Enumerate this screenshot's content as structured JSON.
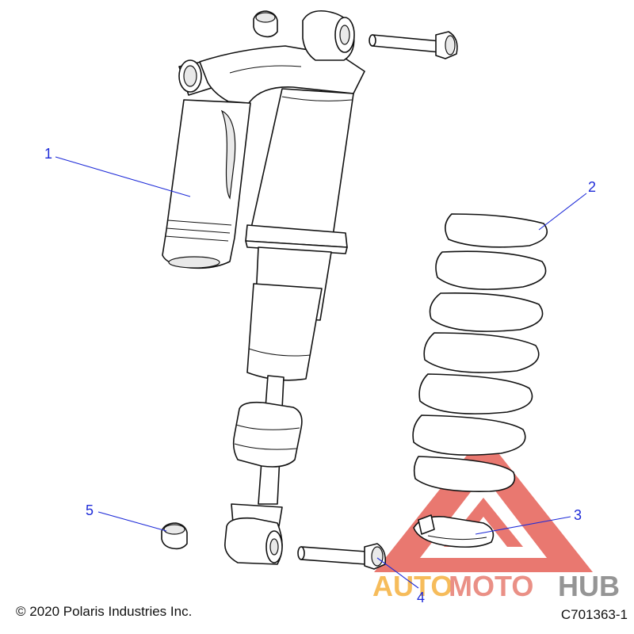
{
  "diagram": {
    "callouts": [
      {
        "number": "1",
        "part": "shock-absorber"
      },
      {
        "number": "2",
        "part": "coil-spring"
      },
      {
        "number": "3",
        "part": "spring-retainer"
      },
      {
        "number": "4",
        "part": "lower-bolt"
      },
      {
        "number": "5",
        "part": "bushing"
      }
    ],
    "copyright": "© 2020 Polaris Industries Inc.",
    "diagram_id": "C701363-1"
  },
  "watermark": {
    "text_part1": "AUTO",
    "text_part2": "MOTO",
    "text_part3": "HUB",
    "color_part1": "#f6b54a",
    "color_part2": "#e8847a",
    "color_part3": "#8a8a8a",
    "triangle_color": "#e0453a"
  },
  "colors": {
    "callout": "#1e2bd8",
    "linework": "#111111"
  }
}
